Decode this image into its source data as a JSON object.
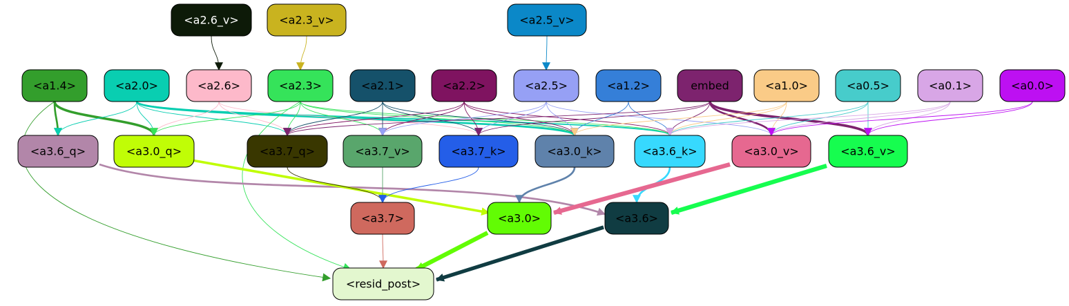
{
  "graph": {
    "nodes": [
      {
        "id": "a2_6_v",
        "label": "<a2.6_v>",
        "fill": "#0d1a08",
        "text": "#ffffff"
      },
      {
        "id": "a2_3_v",
        "label": "<a2.3_v>",
        "fill": "#c9b31f",
        "text": "#000000"
      },
      {
        "id": "a2_5_v",
        "label": "<a2.5_v>",
        "fill": "#0b88c8",
        "text": "#000000"
      },
      {
        "id": "a1_4",
        "label": "<a1.4>",
        "fill": "#339e2c",
        "text": "#000000"
      },
      {
        "id": "a2_0",
        "label": "<a2.0>",
        "fill": "#09ceb1",
        "text": "#000000"
      },
      {
        "id": "a2_6",
        "label": "<a2.6>",
        "fill": "#fdb9ca",
        "text": "#000000"
      },
      {
        "id": "a2_3",
        "label": "<a2.3>",
        "fill": "#35e35a",
        "text": "#000000"
      },
      {
        "id": "a2_1",
        "label": "<a2.1>",
        "fill": "#15516a",
        "text": "#000000"
      },
      {
        "id": "a2_2",
        "label": "<a2.2>",
        "fill": "#7f1360",
        "text": "#000000"
      },
      {
        "id": "a2_5",
        "label": "<a2.5>",
        "fill": "#96a0f5",
        "text": "#000000"
      },
      {
        "id": "a1_2",
        "label": "<a1.2>",
        "fill": "#357fd8",
        "text": "#000000"
      },
      {
        "id": "embed",
        "label": "embed",
        "fill": "#7d236e",
        "text": "#000000"
      },
      {
        "id": "a1_0",
        "label": "<a1.0>",
        "fill": "#facb87",
        "text": "#000000"
      },
      {
        "id": "a0_5",
        "label": "<a0.5>",
        "fill": "#47cccb",
        "text": "#000000"
      },
      {
        "id": "a0_1",
        "label": "<a0.1>",
        "fill": "#d8a6e6",
        "text": "#000000"
      },
      {
        "id": "a0_0",
        "label": "<a0.0>",
        "fill": "#bd10f2",
        "text": "#000000"
      },
      {
        "id": "a3_6_q",
        "label": "<a3.6_q>",
        "fill": "#b286a9",
        "text": "#000000"
      },
      {
        "id": "a3_0_q",
        "label": "<a3.0_q>",
        "fill": "#c0fd06",
        "text": "#000000"
      },
      {
        "id": "a3_7_q",
        "label": "<a3.7_q>",
        "fill": "#393700",
        "text": "#000000"
      },
      {
        "id": "a3_7_v",
        "label": "<a3.7_v>",
        "fill": "#59a66c",
        "text": "#000000"
      },
      {
        "id": "a3_7_k",
        "label": "<a3.7_k>",
        "fill": "#245ee8",
        "text": "#000000"
      },
      {
        "id": "a3_0_k",
        "label": "<a3.0_k>",
        "fill": "#5f82ab",
        "text": "#000000"
      },
      {
        "id": "a3_6_k",
        "label": "<a3.6_k>",
        "fill": "#37d9fe",
        "text": "#000000"
      },
      {
        "id": "a3_0_v",
        "label": "<a3.0_v>",
        "fill": "#e66890",
        "text": "#000000"
      },
      {
        "id": "a3_6_v",
        "label": "<a3.6_v>",
        "fill": "#16fd4f",
        "text": "#000000"
      },
      {
        "id": "a3_7",
        "label": "<a3.7>",
        "fill": "#cf695e",
        "text": "#000000"
      },
      {
        "id": "a3_0",
        "label": "<a3.0>",
        "fill": "#62fc04",
        "text": "#000000"
      },
      {
        "id": "a3_6",
        "label": "<a3.6>",
        "fill": "#103c42",
        "text": "#000000"
      },
      {
        "id": "resid_post",
        "label": "<resid_post>",
        "fill": "#e3f7cf",
        "text": "#000000"
      }
    ],
    "edges": [
      {
        "from": "a2_6_v",
        "to": "a2_6",
        "color": "#0d1a08",
        "weight": 1
      },
      {
        "from": "a2_3_v",
        "to": "a2_3",
        "color": "#c9b31f",
        "weight": 1
      },
      {
        "from": "a2_5_v",
        "to": "a2_5",
        "color": "#0b88c8",
        "weight": 1
      },
      {
        "from": "a1_4",
        "to": "a3_6_q",
        "color": "#339e2c",
        "weight": 3
      },
      {
        "from": "a1_4",
        "to": "a3_0_q",
        "color": "#339e2c",
        "weight": 4
      },
      {
        "from": "a1_4",
        "to": "resid_post",
        "color": "#339e2c",
        "weight": 1
      },
      {
        "from": "a2_0",
        "to": "a3_6_q",
        "color": "#09ceb1",
        "weight": 1
      },
      {
        "from": "a2_0",
        "to": "a3_0_q",
        "color": "#09ceb1",
        "weight": 1
      },
      {
        "from": "a2_0",
        "to": "a3_7_q",
        "color": "#09ceb1",
        "weight": 1
      },
      {
        "from": "a2_0",
        "to": "a3_0_k",
        "color": "#09ceb1",
        "weight": 3
      },
      {
        "from": "a2_0",
        "to": "a3_6_k",
        "color": "#09ceb1",
        "weight": 2
      },
      {
        "from": "a2_6",
        "to": "a3_0_q",
        "color": "#fdb9ca",
        "weight": 1
      },
      {
        "from": "a2_6",
        "to": "a3_7_q",
        "color": "#fdb9ca",
        "weight": 1
      },
      {
        "from": "a2_6",
        "to": "a3_7_k",
        "color": "#fdb9ca",
        "weight": 1
      },
      {
        "from": "a2_3",
        "to": "a3_0_q",
        "color": "#35e35a",
        "weight": 1
      },
      {
        "from": "a2_3",
        "to": "a3_7_q",
        "color": "#35e35a",
        "weight": 1
      },
      {
        "from": "a2_3",
        "to": "a3_7_v",
        "color": "#35e35a",
        "weight": 1
      },
      {
        "from": "a2_3",
        "to": "a3_0_k",
        "color": "#35e35a",
        "weight": 1
      },
      {
        "from": "a2_3",
        "to": "a3_6_k",
        "color": "#35e35a",
        "weight": 1
      },
      {
        "from": "a2_3",
        "to": "resid_post",
        "color": "#35e35a",
        "weight": 1
      },
      {
        "from": "a2_1",
        "to": "a3_7_q",
        "color": "#15516a",
        "weight": 1
      },
      {
        "from": "a2_1",
        "to": "a3_7_v",
        "color": "#15516a",
        "weight": 1
      },
      {
        "from": "a2_1",
        "to": "a3_7_k",
        "color": "#15516a",
        "weight": 1
      },
      {
        "from": "a2_1",
        "to": "a3_0_k",
        "color": "#15516a",
        "weight": 1
      },
      {
        "from": "a2_2",
        "to": "a3_7_q",
        "color": "#7f1360",
        "weight": 1
      },
      {
        "from": "a2_2",
        "to": "a3_7_v",
        "color": "#7f1360",
        "weight": 1
      },
      {
        "from": "a2_2",
        "to": "a3_7_k",
        "color": "#7f1360",
        "weight": 1
      },
      {
        "from": "a2_2",
        "to": "a3_0_k",
        "color": "#7f1360",
        "weight": 1
      },
      {
        "from": "a2_2",
        "to": "a3_6_k",
        "color": "#7f1360",
        "weight": 1
      },
      {
        "from": "a2_5",
        "to": "a3_7_v",
        "color": "#96a0f5",
        "weight": 1
      },
      {
        "from": "a2_5",
        "to": "a3_7_k",
        "color": "#96a0f5",
        "weight": 1
      },
      {
        "from": "a2_5",
        "to": "a3_0_k",
        "color": "#96a0f5",
        "weight": 1
      },
      {
        "from": "a2_5",
        "to": "a3_0_v",
        "color": "#96a0f5",
        "weight": 1
      },
      {
        "from": "a1_2",
        "to": "a3_0_k",
        "color": "#357fd8",
        "weight": 1
      },
      {
        "from": "a1_2",
        "to": "a3_6_k",
        "color": "#357fd8",
        "weight": 1
      },
      {
        "from": "embed",
        "to": "a3_7_q",
        "color": "#7d236e",
        "weight": 1
      },
      {
        "from": "embed",
        "to": "a3_7_k",
        "color": "#7d236e",
        "weight": 1
      },
      {
        "from": "embed",
        "to": "a3_6_k",
        "color": "#7d236e",
        "weight": 1
      },
      {
        "from": "embed",
        "to": "a3_0_v",
        "color": "#7d236e",
        "weight": 3
      },
      {
        "from": "embed",
        "to": "a3_6_v",
        "color": "#7d236e",
        "weight": 4
      },
      {
        "from": "a1_0",
        "to": "a3_0_k",
        "color": "#facb87",
        "weight": 1
      },
      {
        "from": "a1_0",
        "to": "a3_6_k",
        "color": "#facb87",
        "weight": 1
      },
      {
        "from": "a1_0",
        "to": "a3_0_v",
        "color": "#facb87",
        "weight": 1
      },
      {
        "from": "a0_5",
        "to": "a3_6_k",
        "color": "#47cccb",
        "weight": 1
      },
      {
        "from": "a0_5",
        "to": "a3_0_v",
        "color": "#47cccb",
        "weight": 1
      },
      {
        "from": "a0_5",
        "to": "a3_6_v",
        "color": "#47cccb",
        "weight": 1
      },
      {
        "from": "a0_1",
        "to": "a3_6_k",
        "color": "#d8a6e6",
        "weight": 1
      },
      {
        "from": "a0_1",
        "to": "a3_0_v",
        "color": "#d8a6e6",
        "weight": 1
      },
      {
        "from": "a0_1",
        "to": "a3_6_v",
        "color": "#d8a6e6",
        "weight": 1
      },
      {
        "from": "a0_0",
        "to": "a3_0_v",
        "color": "#bd10f2",
        "weight": 1
      },
      {
        "from": "a0_0",
        "to": "a3_6_v",
        "color": "#bd10f2",
        "weight": 1
      },
      {
        "from": "a3_6_q",
        "to": "a3_6",
        "color": "#b286a9",
        "weight": 3
      },
      {
        "from": "a3_0_q",
        "to": "a3_0",
        "color": "#c0fd06",
        "weight": 4
      },
      {
        "from": "a3_7_q",
        "to": "a3_7",
        "color": "#393700",
        "weight": 1
      },
      {
        "from": "a3_7_v",
        "to": "a3_7",
        "color": "#59a66c",
        "weight": 1
      },
      {
        "from": "a3_7_k",
        "to": "a3_7",
        "color": "#245ee8",
        "weight": 1
      },
      {
        "from": "a3_0_k",
        "to": "a3_0",
        "color": "#5f82ab",
        "weight": 3
      },
      {
        "from": "a3_6_k",
        "to": "a3_6",
        "color": "#37d9fe",
        "weight": 3
      },
      {
        "from": "a3_0_v",
        "to": "a3_0",
        "color": "#e66890",
        "weight": 7
      },
      {
        "from": "a3_6_v",
        "to": "a3_6",
        "color": "#16fd4f",
        "weight": 7
      },
      {
        "from": "a3_7",
        "to": "resid_post",
        "color": "#cf695e",
        "weight": 1
      },
      {
        "from": "a3_0",
        "to": "resid_post",
        "color": "#62fc04",
        "weight": 7
      },
      {
        "from": "a3_6",
        "to": "resid_post",
        "color": "#103c42",
        "weight": 6
      }
    ]
  }
}
